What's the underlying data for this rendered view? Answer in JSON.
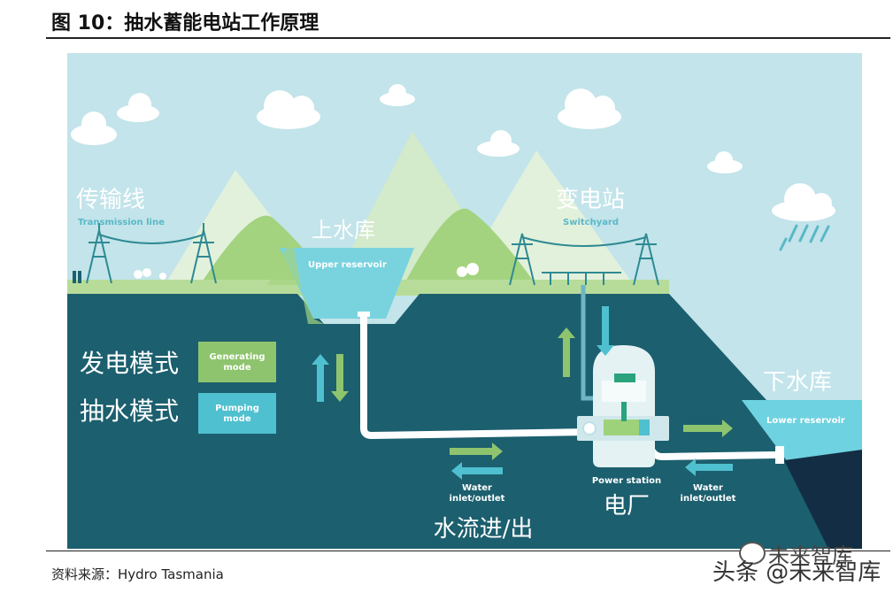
{
  "figure": {
    "title": "图 10：抽水蓄能电站工作原理",
    "source": "资料来源：Hydro Tasmania",
    "watermark": "头条 @未来智库",
    "watermark_top": "未来智库"
  },
  "diagram": {
    "transmission_cn": "传输线",
    "transmission_en": "Transmission line",
    "upper_cn": "上水库",
    "upper_en": "Upper reservoir",
    "switchyard_cn": "变电站",
    "switchyard_en": "Switchyard",
    "lower_cn": "下水库",
    "lower_en": "Lower reservoir",
    "generating_cn": "发电模式",
    "generating_en_1": "Generating",
    "generating_en_2": "mode",
    "pumping_cn": "抽水模式",
    "pumping_en_1": "Pumping",
    "pumping_en_2": "mode",
    "water_left_1": "Water",
    "water_left_2": "inlet/outlet",
    "water_right_1": "Water",
    "water_right_2": "inlet/outlet",
    "flow_cn": "水流进/出",
    "power_station_en": "Power station",
    "power_station_cn": "电厂"
  },
  "colors": {
    "sky": "#bfe3ea",
    "underground": "#1c5f6e",
    "generating_green": "#8fc46f",
    "pumping_cyan": "#4fc0cf",
    "water": "#6fd2e0",
    "mountain_light": "#d8ecd0",
    "mountain_green": "#9fd07d",
    "lower_bed": "#132e44"
  }
}
